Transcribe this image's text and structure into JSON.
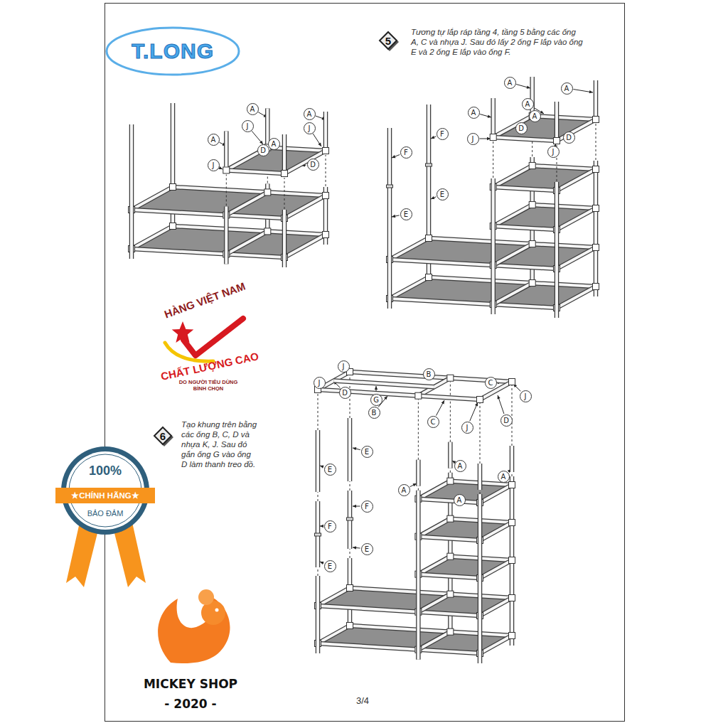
{
  "diagram": {
    "nodes": [
      {
        "text": [
          "T.LONG"
        ]
      },
      {
        "text": [
          "5"
        ]
      },
      {
        "text": [
          "6"
        ]
      },
      {
        "text": [
          "100%",
          "★CHÍNH HÃNG★",
          "BẢO ĐẢM"
        ]
      }
    ],
    "labels": [
      "Tương tự lắp ráp tầng 4, tầng 5 bằng các ống A, C và nhựa J. Sau đó lấy 2 ống F lắp vào ống E và 2 ống E lắp vào ống F.",
      "Tạo khung trên bằng các ống B, C, D và nhựa K, J. Sau đó gắn ống G vào ống D làm thanh treo đồ.",
      "HÀNG VIỆT NAM",
      "CHẤT LƯỢNG CAO",
      "DO NGƯỜI TIÊU DÙNG BÌNH CHỌN",
      "MICKEY SHOP",
      "- 2020 -",
      "3/4",
      "A",
      "A",
      "J",
      "J",
      "A",
      "A",
      "D",
      "J",
      "D",
      "A",
      "A",
      "A",
      "A",
      "A",
      "D",
      "D",
      "J",
      "J",
      "F",
      "F",
      "E",
      "E",
      "J",
      "B",
      "C",
      "J",
      "J",
      "D",
      "G",
      "B",
      "C",
      "D",
      "J",
      "E",
      "E",
      "A",
      "A",
      "A",
      "A",
      "F",
      "F",
      "E",
      "E"
    ]
  }
}
